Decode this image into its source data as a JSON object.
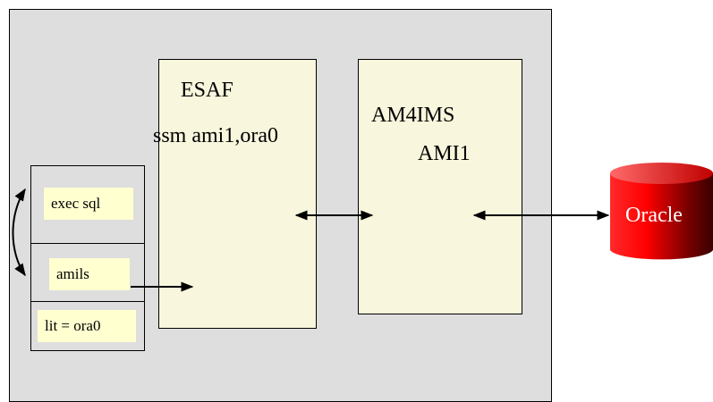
{
  "program": {
    "exec_sql": "exec sql",
    "amils": "amils",
    "lit": "lit = ora0"
  },
  "esaf": {
    "title": "ESAF",
    "subtitle": "ssm ami1,ora0"
  },
  "am4ims": {
    "title": "AM4IMS",
    "subtitle": "AMI1"
  },
  "database": {
    "label": "Oracle",
    "color": "#e00000"
  }
}
